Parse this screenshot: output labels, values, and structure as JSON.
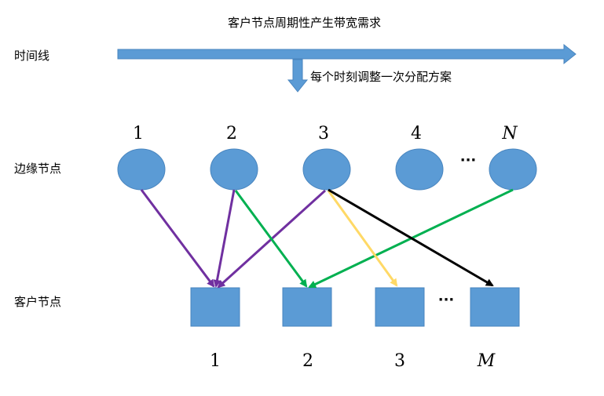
{
  "title": "客户节点周期性产生带宽需求",
  "timeline": {
    "label": "时间线",
    "note": "每个时刻调整一次分配方案"
  },
  "edge_nodes": {
    "label": "边缘节点",
    "items": [
      "1",
      "2",
      "3",
      "4",
      "N"
    ],
    "ellipsis": "···"
  },
  "client_nodes": {
    "label": "客户节点",
    "items": [
      "1",
      "2",
      "3",
      "M"
    ],
    "ellipsis": "···"
  },
  "colors": {
    "shape_fill": "#5b9bd5",
    "shape_stroke": "#4a86bf",
    "arrow_blue": "#5b9bd5",
    "purple": "#7030a0",
    "green": "#00b050",
    "yellow": "#ffd966",
    "black": "#000000"
  },
  "connections": [
    {
      "from": "edge-1",
      "to": "client-1",
      "color": "purple"
    },
    {
      "from": "edge-2",
      "to": "client-1",
      "color": "purple"
    },
    {
      "from": "edge-3",
      "to": "client-1",
      "color": "purple"
    },
    {
      "from": "edge-2",
      "to": "client-2",
      "color": "green"
    },
    {
      "from": "edge-N",
      "to": "client-2",
      "color": "green"
    },
    {
      "from": "edge-3",
      "to": "client-3",
      "color": "yellow"
    },
    {
      "from": "edge-3",
      "to": "client-M",
      "color": "black"
    }
  ]
}
